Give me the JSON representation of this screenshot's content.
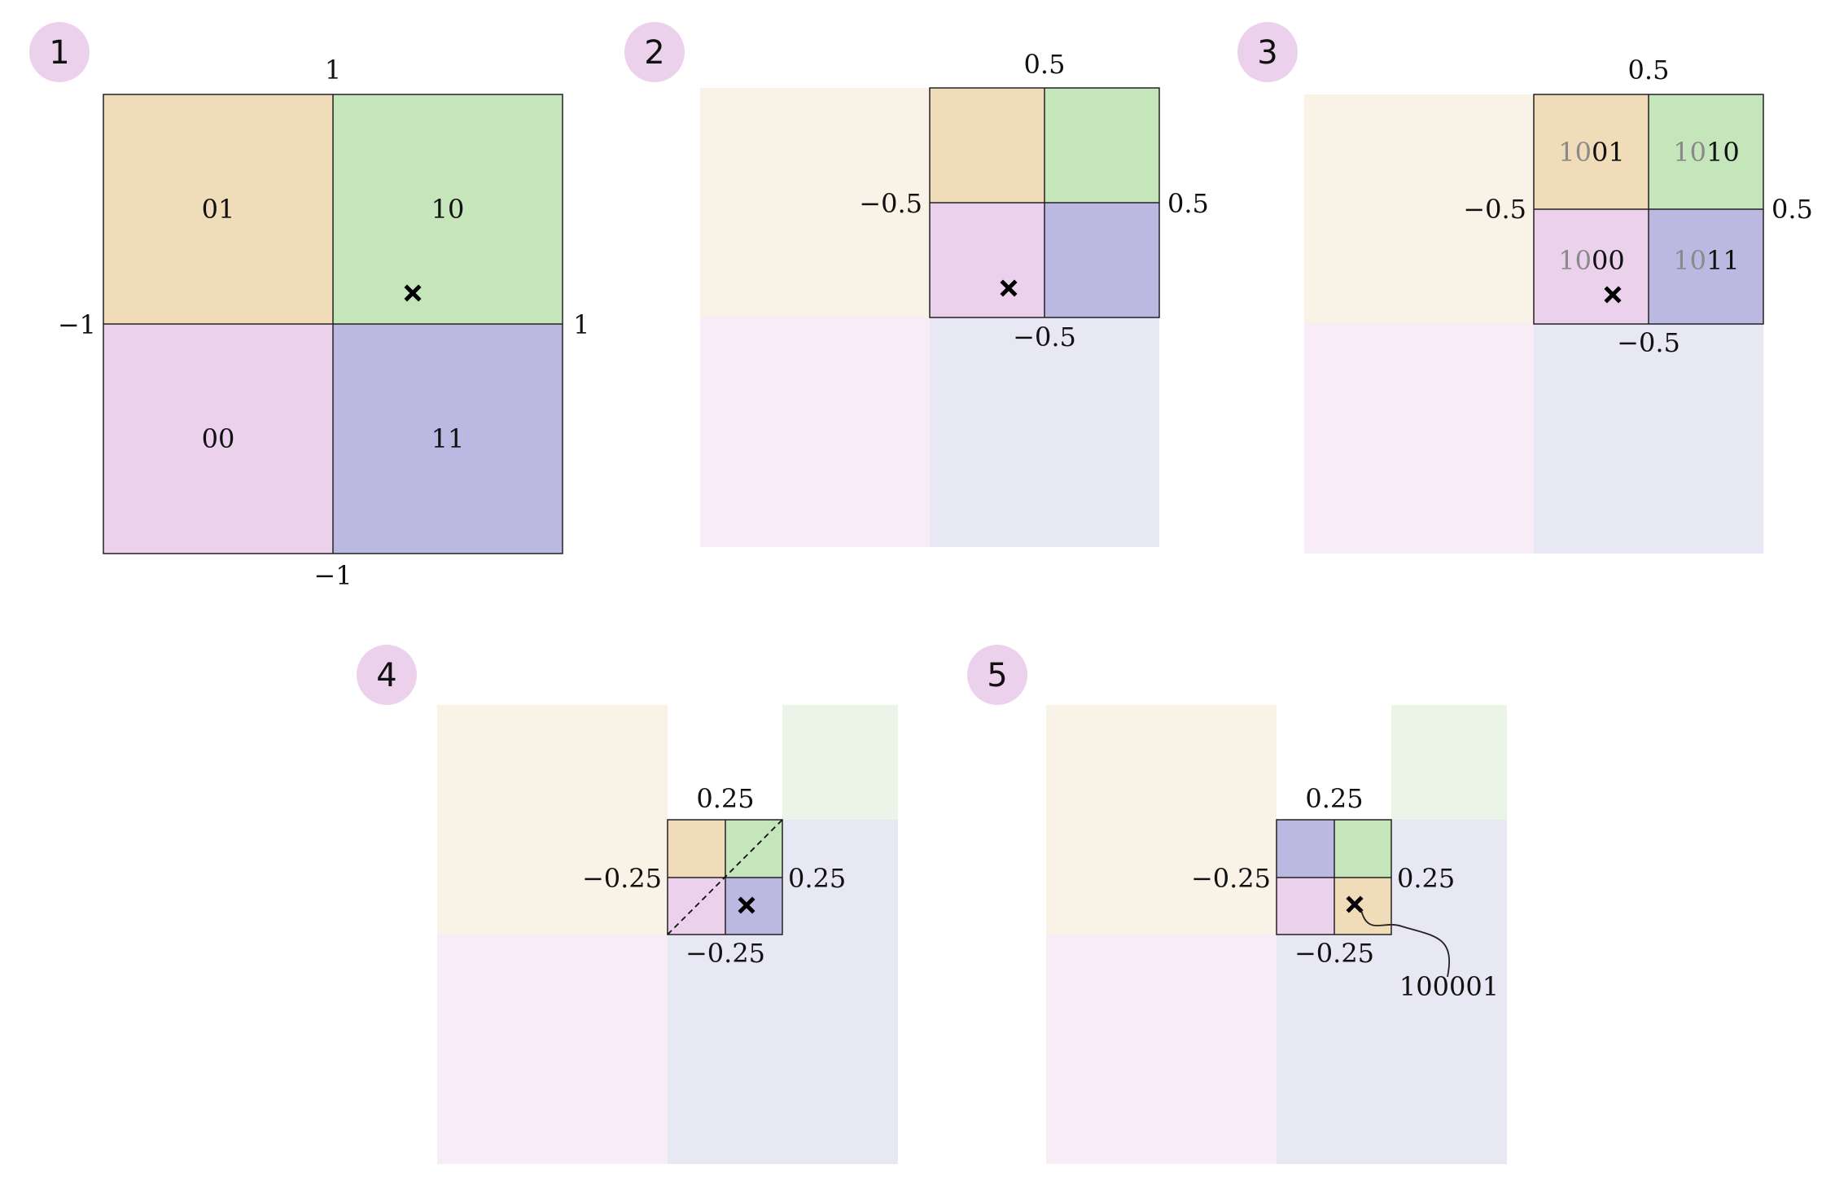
{
  "colors": {
    "q01": "#f0dcb9",
    "q10": "#c5e5bb",
    "q00": "#ecd1ec",
    "q11": "#bbb9e2",
    "q01_faded": "#f9f2e7",
    "q10_faded": "#ebf5e7",
    "q00_faded": "#f8ecf7",
    "q11_faded": "#e8e7f4",
    "badge": "#ecd1ec",
    "grid": "#222222",
    "dim_text": "#8a8a8a"
  },
  "panels": [
    {
      "step": "1",
      "labels": {
        "top": "1",
        "left": "−1",
        "right": "1",
        "bottom": "−1"
      },
      "cells": [
        {
          "code": "01",
          "prefix": "",
          "suffix": "01"
        },
        {
          "code": "10",
          "prefix": "",
          "suffix": "10"
        },
        {
          "code": "00",
          "prefix": "",
          "suffix": "00"
        },
        {
          "code": "11",
          "prefix": "",
          "suffix": "11"
        }
      ],
      "marker": "cross"
    },
    {
      "step": "2",
      "labels": {
        "top": "0.5",
        "left": "−0.5",
        "right": "0.5",
        "bottom": "−0.5"
      },
      "marker": "cross"
    },
    {
      "step": "3",
      "labels": {
        "top": "0.5",
        "left": "−0.5",
        "right": "0.5",
        "bottom": "−0.5"
      },
      "cells": [
        {
          "code": "1001",
          "prefix": "10",
          "suffix": "01"
        },
        {
          "code": "1010",
          "prefix": "10",
          "suffix": "10"
        },
        {
          "code": "1000",
          "prefix": "10",
          "suffix": "00"
        },
        {
          "code": "1011",
          "prefix": "10",
          "suffix": "11"
        }
      ],
      "marker": "cross"
    },
    {
      "step": "4",
      "labels": {
        "top": "0.25",
        "left": "−0.25",
        "right": "0.25",
        "bottom": "−0.25"
      },
      "diagonal": "dashed",
      "marker": "cross"
    },
    {
      "step": "5",
      "labels": {
        "top": "0.25",
        "left": "−0.25",
        "right": "0.25",
        "bottom": "−0.25"
      },
      "marker": "cross",
      "result_code": "100001"
    }
  ]
}
